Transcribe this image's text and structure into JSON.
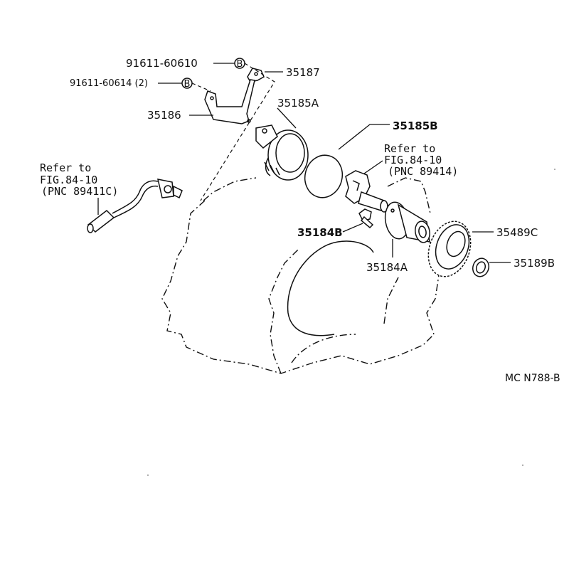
{
  "labels": {
    "bolt_91611_60610": "91611-60610",
    "bolt_91611_60614": "91611-60614 (2)",
    "bolt_mark": "B",
    "part_35187": "35187",
    "part_35185A": "35185A",
    "part_35186": "35186",
    "part_35185B": "35185B",
    "part_35184B": "35184B",
    "part_35184A": "35184A",
    "part_35489C": "35489C",
    "part_35189B": "35189B"
  },
  "references": {
    "left": [
      "Refer to",
      "FIG.84-10",
      "(PNC 89411C)"
    ],
    "right": [
      "Refer to",
      "FIG.84-10",
      "(PNC 89414)"
    ]
  },
  "diagram_code": "MC N788-B"
}
